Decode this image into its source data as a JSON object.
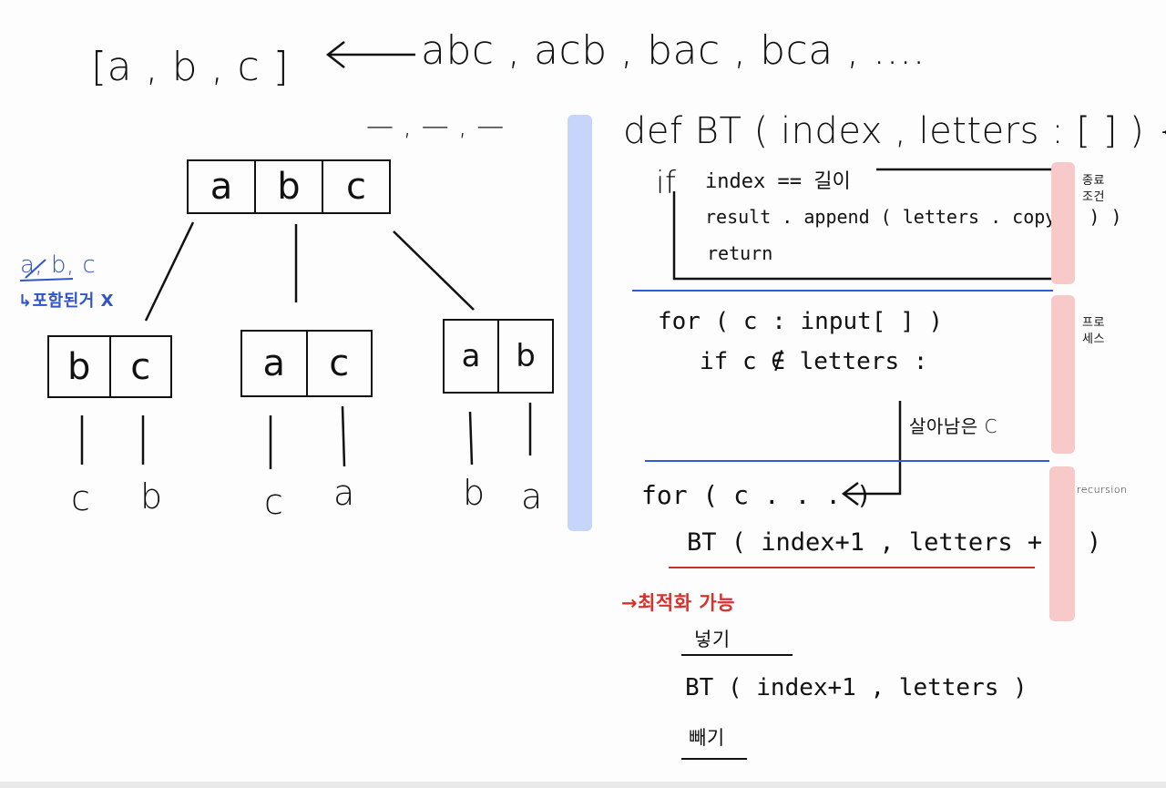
{
  "header": {
    "list_label": "[a , b , c ]",
    "perms_label": "abc , acb , bac , bca , ....",
    "blanks_label": "— , — , —"
  },
  "tree": {
    "root": [
      "a",
      "b",
      "c"
    ],
    "children": [
      {
        "cells": [
          "b",
          "c"
        ],
        "leaves": [
          "c",
          "b"
        ]
      },
      {
        "cells": [
          "a",
          "c"
        ],
        "leaves": [
          "c",
          "a"
        ]
      },
      {
        "cells": [
          "a",
          "b"
        ],
        "leaves": [
          "b",
          "a"
        ]
      }
    ],
    "note_letters": "a, b, c",
    "note_excluded": "↳포함된거 X"
  },
  "code": {
    "def_line": "def BT ( index , letters : [ ] ) {",
    "if_keyword": "if",
    "if_cond": "index == 길이",
    "append_line": "result . append ( letters . copy ( ) )",
    "return_line": "return",
    "for_line": "for ( c : input[ ] )",
    "if_in_line": "if c ∉ letters :",
    "survivor_label": "살아남은 C",
    "for_recur_line": "for ( c . . . )",
    "bt_recur_line": "BT ( index+1 , letters + c )",
    "optimize_label": "→최적화 가능",
    "insert_label": "넣기",
    "bt_alt_line": "BT ( index+1 , letters )",
    "remove_label": "빼기"
  },
  "sections": {
    "termination": "종료\n조건",
    "process": "프로\n세스",
    "recursion": "recursion"
  },
  "colors": {
    "ink": "#111111",
    "blue_note": "#2f55c9",
    "red_note": "#d9302c",
    "blue_rule": "#2e5bd6",
    "red_rule": "#c7302f",
    "blue_bar": "#c8d5fb",
    "pink_bar": "#f7c9c9"
  }
}
